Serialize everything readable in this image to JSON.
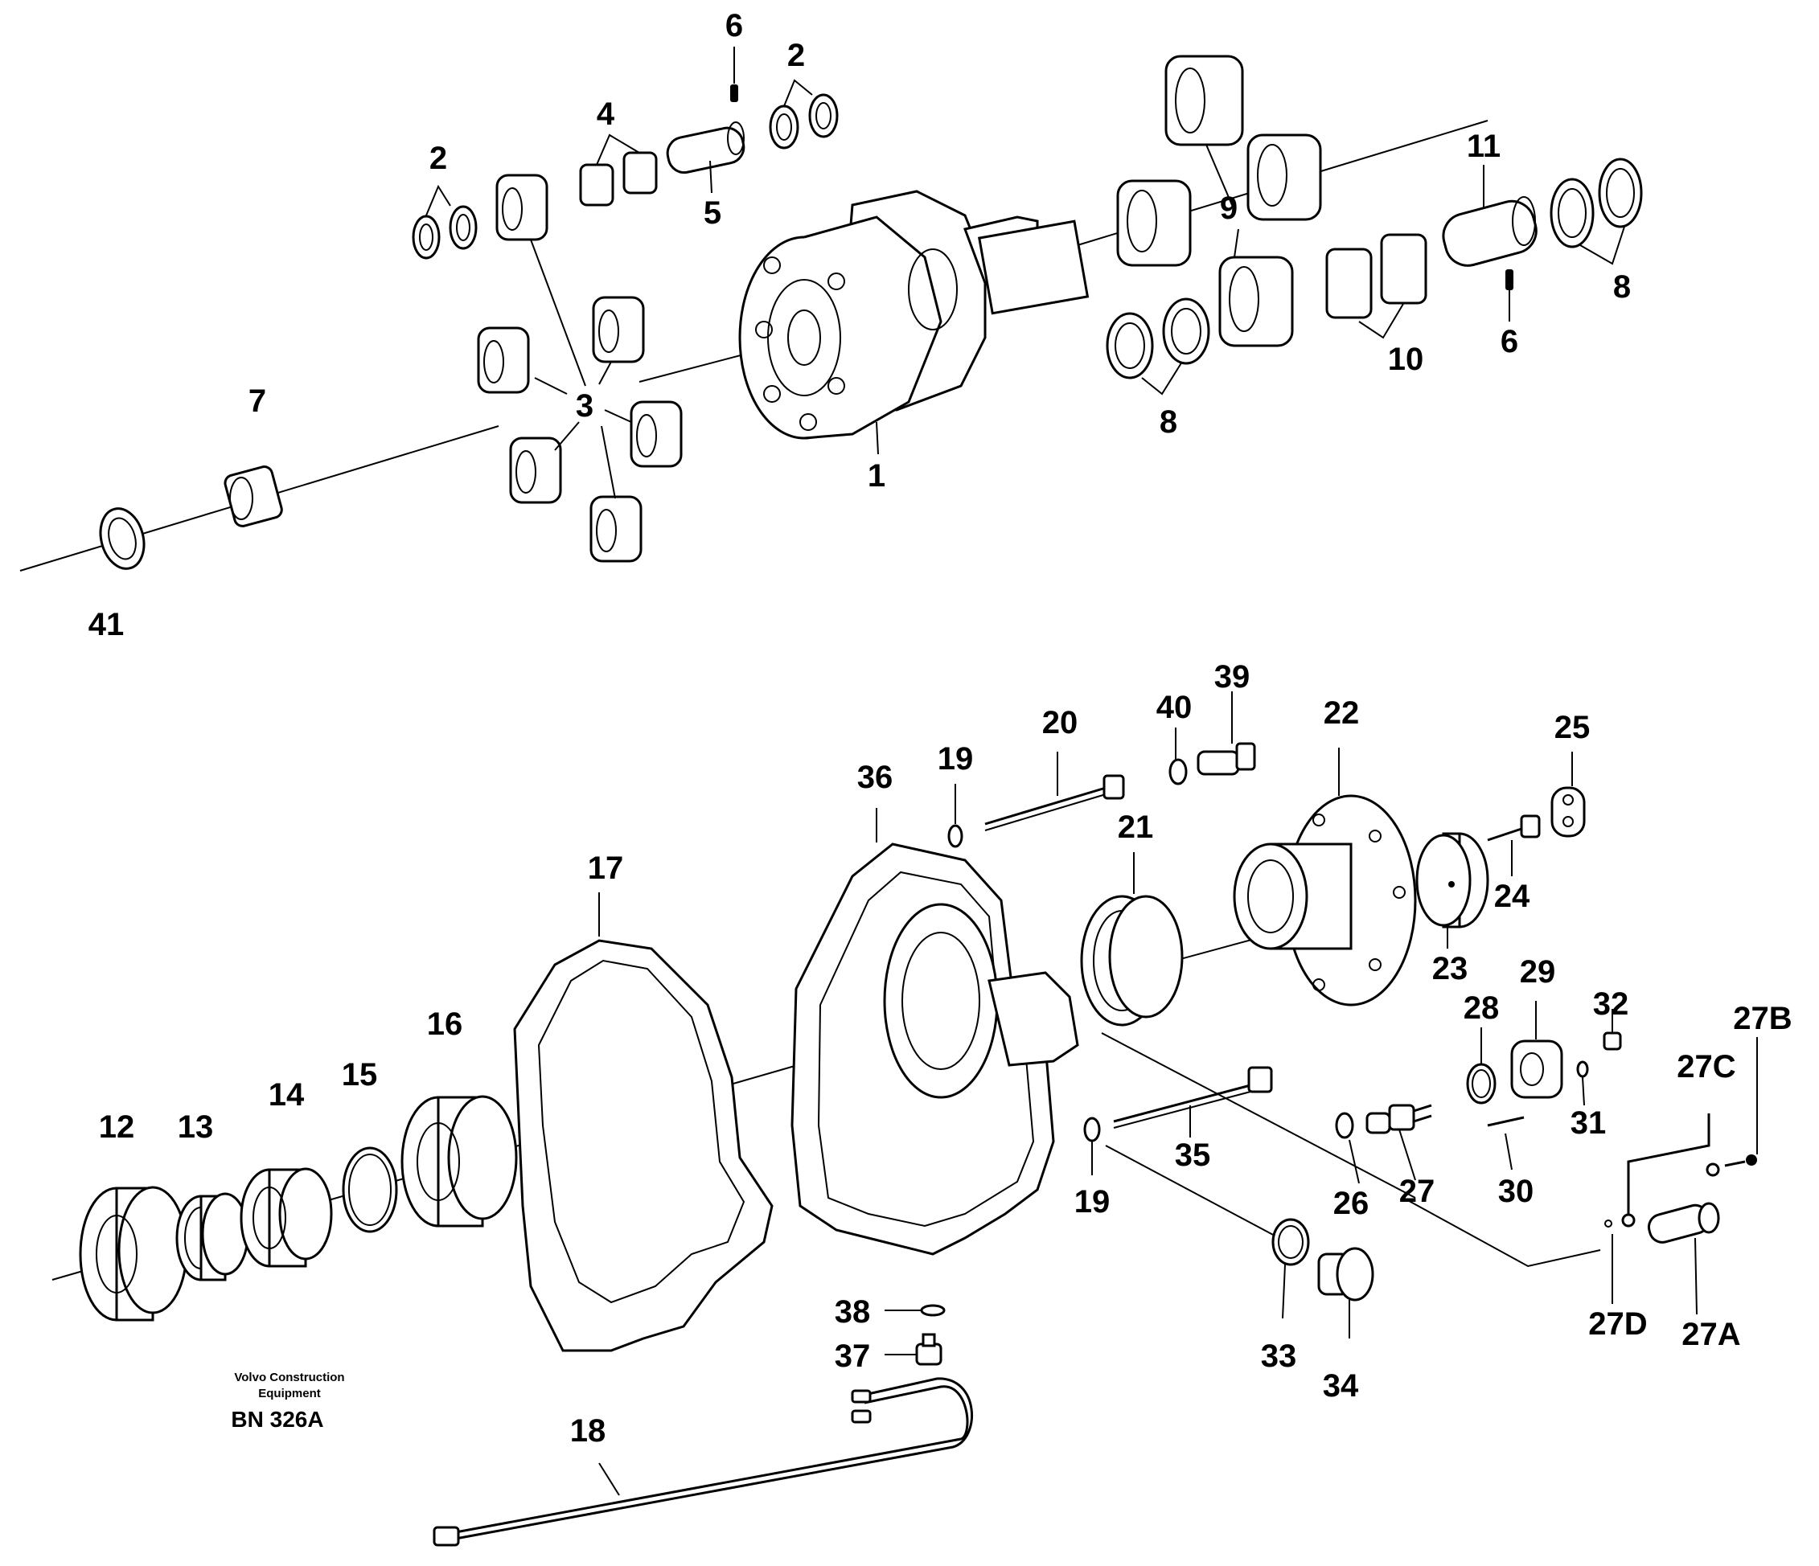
{
  "callouts": {
    "p1": "1",
    "p2a": "2",
    "p2b": "2",
    "p3": "3",
    "p4": "4",
    "p5": "5",
    "p6a": "6",
    "p6b": "6",
    "p7": "7",
    "p8a": "8",
    "p8b": "8",
    "p9": "9",
    "p10": "10",
    "p11": "11",
    "p12": "12",
    "p13": "13",
    "p14": "14",
    "p15": "15",
    "p16": "16",
    "p17": "17",
    "p18": "18",
    "p19a": "19",
    "p19b": "19",
    "p20": "20",
    "p21": "21",
    "p22": "22",
    "p23": "23",
    "p24": "24",
    "p25": "25",
    "p26": "26",
    "p27": "27",
    "p27A": "27A",
    "p27B": "27B",
    "p27C": "27C",
    "p27D": "27D",
    "p28": "28",
    "p29": "29",
    "p30": "30",
    "p31": "31",
    "p32": "32",
    "p33": "33",
    "p34": "34",
    "p35": "35",
    "p36": "36",
    "p37": "37",
    "p38": "38",
    "p39": "39",
    "p40": "40",
    "p41": "41"
  },
  "caption": {
    "company_line1": "Volvo Construction",
    "company_line2": "Equipment",
    "code": "BN 326A"
  }
}
